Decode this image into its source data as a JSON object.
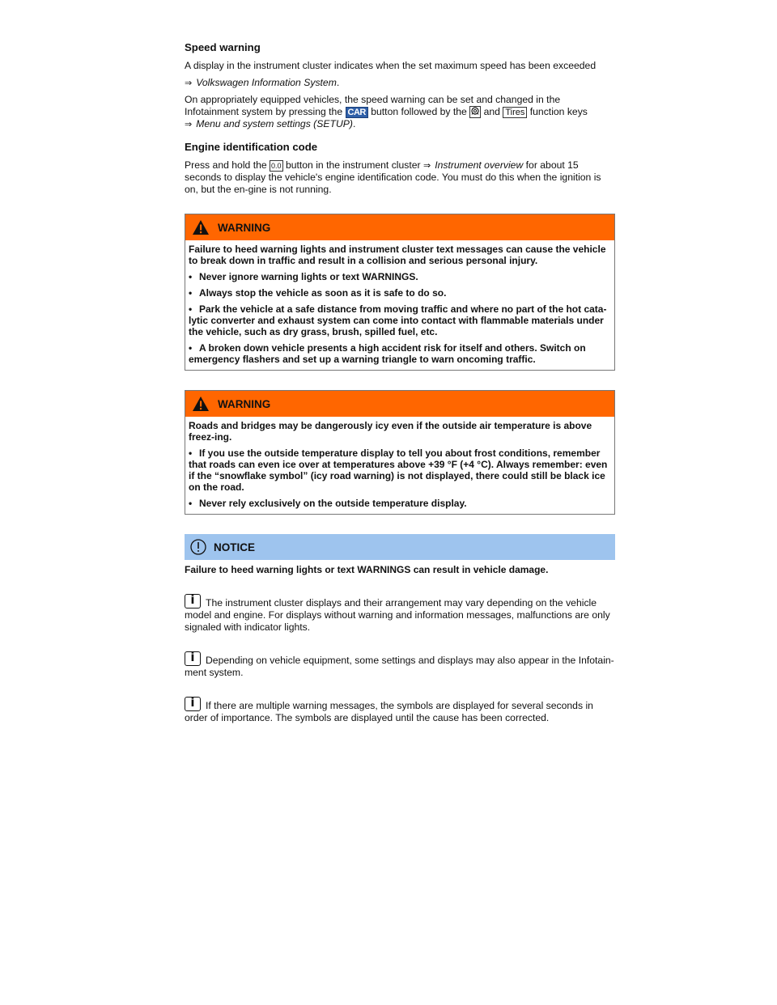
{
  "speed": {
    "heading": "Speed warning",
    "p1": "A display in the instrument cluster indicates when the set maximum speed has been exceeded",
    "link1_arrow": "⇒",
    "link1": "Volkswagen Information System",
    "link1_after": ".",
    "p2_a": "On appropriately equipped vehicles, the speed warning can be set and changed in the Infotainment system by pressing the",
    "key_car": "CAR",
    "p2_b": "button followed by the",
    "key_tire_icon": "tire-symbol-icon",
    "p2_c": "and",
    "key_tires": "Tires",
    "p2_d": "function keys",
    "link2_arrow": "⇒",
    "link2": "Menu and system settings (SETUP)",
    "link2_after": "."
  },
  "engine": {
    "heading": "Engine identification code",
    "p_a": "Press and hold the",
    "key_00": "0.0",
    "p_b": "button in the instrument cluster",
    "link_arrow": "⇒",
    "link": "Instrument overview",
    "p_c": "for about 15 seconds to display the vehicle's engine identification code. You must do this when the ignition is on, but the en-gine is not running."
  },
  "warning1": {
    "title": "WARNING",
    "intro": "Failure to heed warning lights and instrument cluster text messages can cause the vehicle to break down in traffic and result in a collision and serious personal injury.",
    "bullet": "•",
    "items": [
      "Never ignore warning lights or text WARNINGS.",
      "Always stop the vehicle as soon as it is safe to do so.",
      "Park the vehicle at a safe distance from moving traffic and where no part of the hot cata-lytic converter and exhaust system can come into contact with flammable materials under the vehicle, such as dry grass, brush, spilled fuel, etc.",
      "A broken down vehicle presents a high accident risk for itself and others. Switch on emergency flashers and set up a warning triangle to warn oncoming traffic."
    ]
  },
  "warning2": {
    "title": "WARNING",
    "intro": "Roads and bridges may be dangerously icy even if the outside air temperature is above freez-ing.",
    "items": [
      "If you use the outside temperature display to tell you about frost conditions, remember that roads can even ice over at temperatures above +39 °F (+4 °C). Always remember: even if the “snowflake symbol” (icy road warning) is not displayed, there could still be black ice on the road.",
      "Never rely exclusively on the outside temperature display."
    ]
  },
  "notice": {
    "title": "NOTICE",
    "body": "Failure to heed warning lights or text WARNINGS can result in vehicle damage."
  },
  "info": [
    "The instrument cluster displays and their arrangement may vary depending on the vehicle model and engine. For displays without warning and information messages, malfunctions are only signaled with indicator lights.",
    "Depending on vehicle equipment, some settings and displays may also appear in the Infotain-ment system.",
    "If there are multiple warning messages, the symbols are displayed for several seconds in order of importance. The symbols are displayed until the cause has been corrected."
  ],
  "colors": {
    "warning_header": "#ff6600",
    "notice_header": "#9ec4ee",
    "car_key": "#2f5fa8"
  }
}
